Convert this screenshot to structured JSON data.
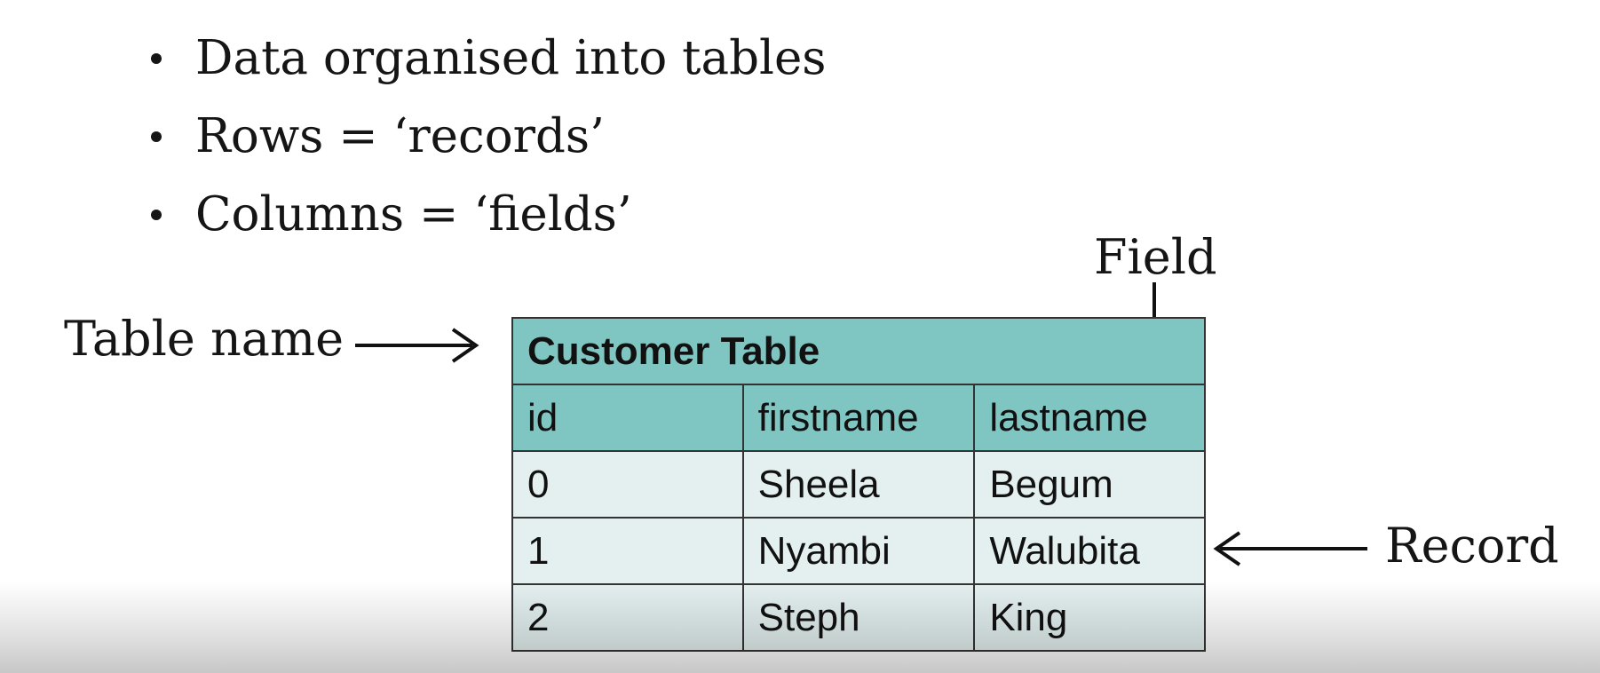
{
  "bullets": [
    "Data organised into tables",
    "Rows = ‘records’",
    "Columns = ‘fields’"
  ],
  "labels": {
    "table_name": "Table name",
    "field": "Field",
    "record": "Record"
  },
  "table": {
    "title": "Customer Table",
    "headers": [
      "id",
      "firstname",
      "lastname"
    ],
    "rows": [
      [
        "0",
        "Sheela",
        "Begum"
      ],
      [
        "1",
        "Nyambi",
        "Walubita"
      ],
      [
        "2",
        "Steph",
        "King"
      ]
    ]
  },
  "colors": {
    "header_bg": "#7fc5c1",
    "row_bg": "#e3f0ef",
    "border": "#333333"
  }
}
